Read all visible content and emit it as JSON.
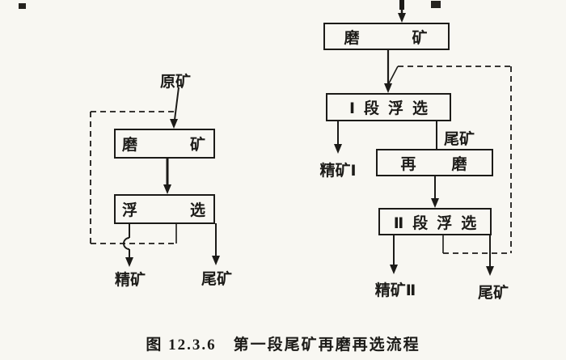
{
  "caption": "图 12.3.6　第一段尾矿再磨再选流程",
  "left": {
    "feed_label": "原矿",
    "grinding_label": "磨　　　矿",
    "flotation_label": "浮　　　选",
    "concentrate_label": "精矿",
    "tailings_label": "尾矿"
  },
  "right": {
    "grinding_label": "磨　　　矿",
    "stage1_label": "Ⅰ段浮选",
    "concentrate1_label": "精矿Ⅰ",
    "tailings_mid_label": "尾矿",
    "regrind_label": "再　　磨",
    "stage2_label": "Ⅱ段浮选",
    "concentrate2_label": "精矿Ⅱ",
    "tailings_label": "尾矿"
  },
  "colors": {
    "ink": "#1c1b18",
    "paper": "#f8f7f2"
  }
}
